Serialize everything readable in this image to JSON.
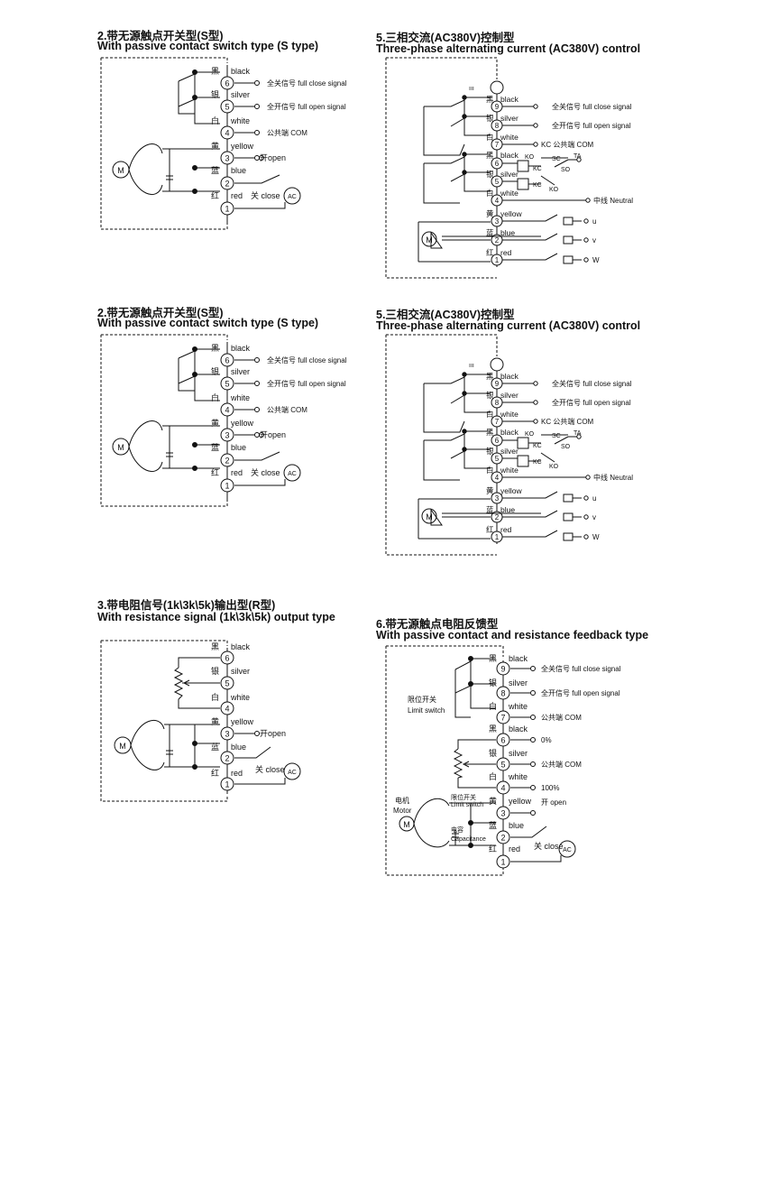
{
  "panels": {
    "s1": {
      "title_cn": "2.带无源触点开关型(S型)",
      "title_en": "With passive contact switch type (S type)"
    },
    "s2": {
      "title_cn": "2.带无源触点开关型(S型)",
      "title_en": "With passive contact switch type (S type)"
    },
    "a1": {
      "title_cn": "5.三相交流(AC380V)控制型",
      "title_en": "Three-phase alternating current (AC380V) control"
    },
    "a2": {
      "title_cn": "5.三相交流(AC380V)控制型",
      "title_en": "Three-phase alternating current (AC380V) control"
    },
    "r": {
      "title_cn": "3.带电阻信号(1k\\3k\\5k)输出型(R型)",
      "title_en": "With resistance signal (1k\\3k\\5k) output type"
    },
    "f": {
      "title_cn": "6.带无源触点电阻反馈型",
      "title_en": "With passive contact and resistance feedback type"
    }
  },
  "labels": {
    "black_cn": "黑",
    "black": "black",
    "silver_cn": "银",
    "silver": "silver",
    "white_cn": "白",
    "white": "white",
    "yellow_cn": "黄",
    "yellow": "yellow",
    "blue_cn": "蓝",
    "blue": "blue",
    "red_cn": "红",
    "red": "red",
    "n1": "1",
    "n2": "2",
    "n3": "3",
    "n4": "4",
    "n5": "5",
    "n6": "6",
    "n7": "7",
    "n8": "8",
    "n9": "9",
    "motor_m": "M",
    "ac": "AC",
    "full_close": "全关信号 full close signal",
    "full_open": "全开信号 full open signal",
    "com": "公共端 COM",
    "open": "开open",
    "open_sp": "开 open",
    "close": "关 close",
    "kc_com": "KC 公共端 COM",
    "kc": "KC",
    "ko": "KO",
    "sc": "SC",
    "so": "SO",
    "ta": "TA",
    "neutral": "中线 Neutral",
    "u": "u",
    "v": "v",
    "w": "W",
    "limit_cn": "限位开关",
    "limit_en": "Limit switch",
    "limit_small": "限位开关",
    "limit_small_en": "Limit switch",
    "pct0": "0%",
    "pct100": "100%",
    "motor_cn": "电机",
    "motor_en": "Motor",
    "cap_cn": "电容",
    "cap_en": "Capacitance"
  }
}
